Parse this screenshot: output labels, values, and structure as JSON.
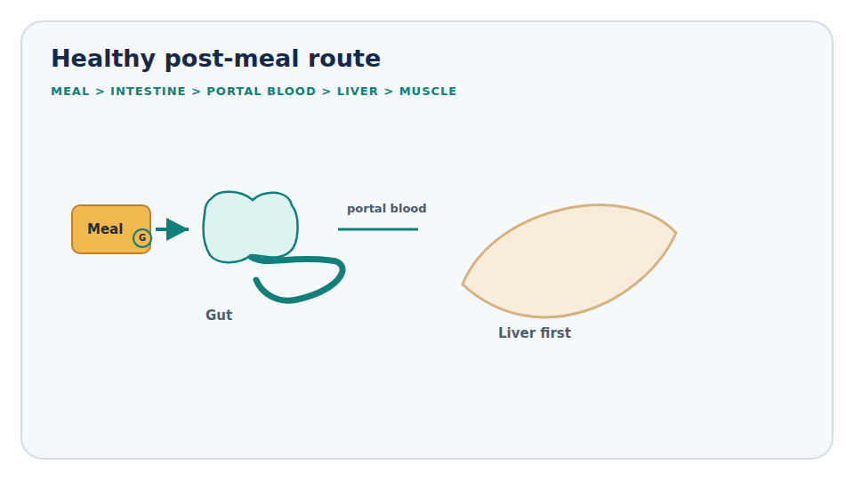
{
  "diagram": {
    "title": "Healthy post-meal route",
    "nodes": [
      {
        "text": [
          "Meal"
        ]
      },
      {
        "text": [
          "G"
        ],
        "in": 0
      },
      {
        "text": [
          "Gut"
        ]
      },
      {
        "text": [
          "Liver first"
        ]
      }
    ],
    "edges": [
      {
        "from": 0,
        "to": 2,
        "arrow": "to"
      }
    ],
    "labels": [
      "MEAL > INTESTINE > PORTAL BLOOD > LIVER > MUSCLE",
      "portal blood"
    ]
  }
}
